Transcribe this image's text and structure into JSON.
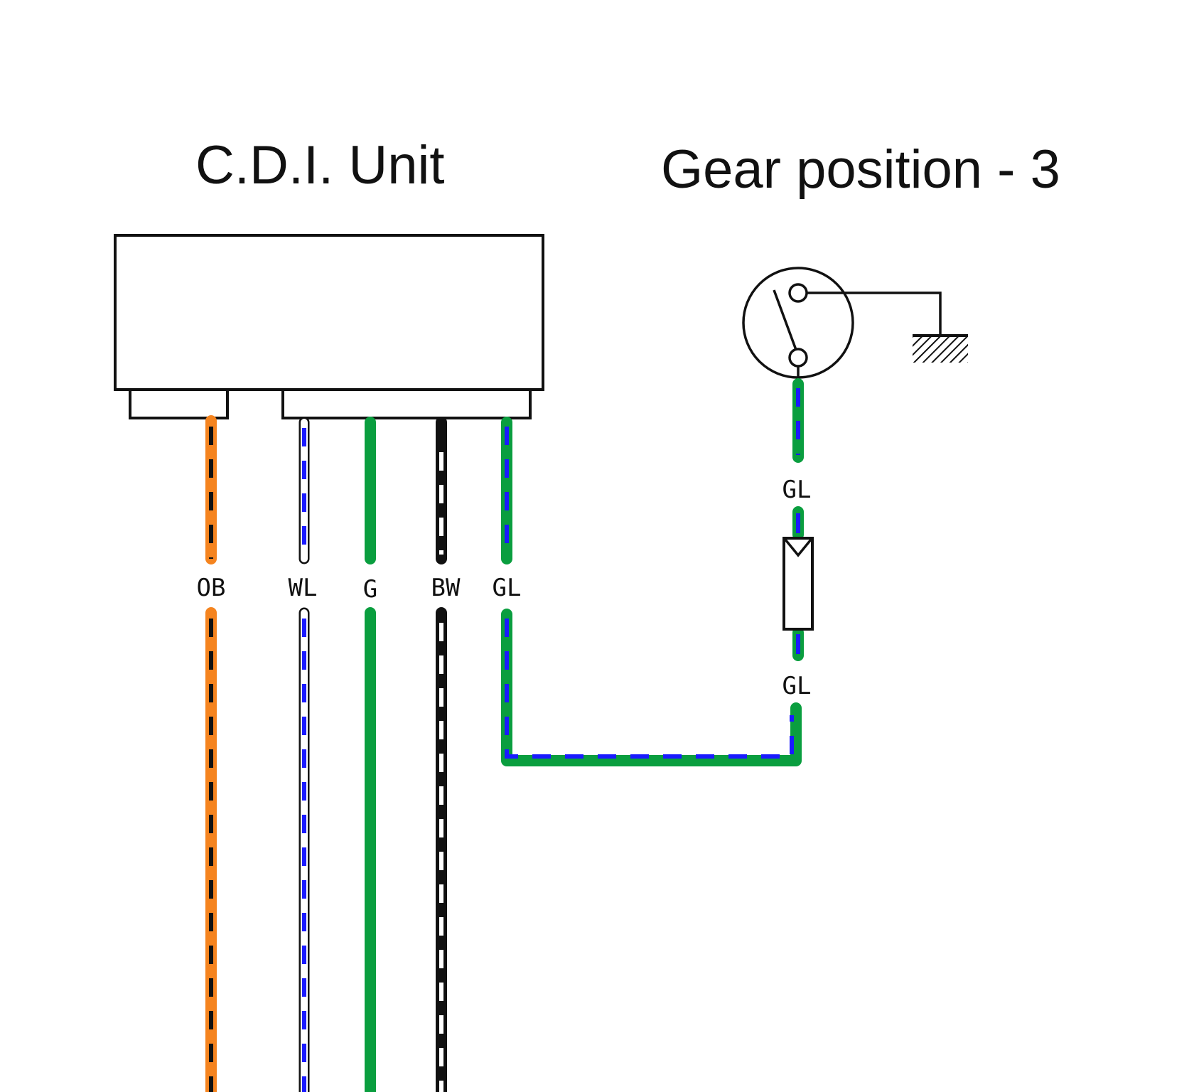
{
  "titles": {
    "cdi_unit": "C.D.I. Unit",
    "gear_position": "Gear position - 3"
  },
  "wires": {
    "ob": "OB",
    "wl": "WL",
    "g": "G",
    "bw": "BW",
    "gl": "GL",
    "gl_upper": "GL",
    "gl_lower": "GL"
  },
  "colors": {
    "orange": "#f5841f",
    "green": "#0a9e3f",
    "blue": "#1a1aff",
    "black": "#111111",
    "white": "#ffffff"
  }
}
